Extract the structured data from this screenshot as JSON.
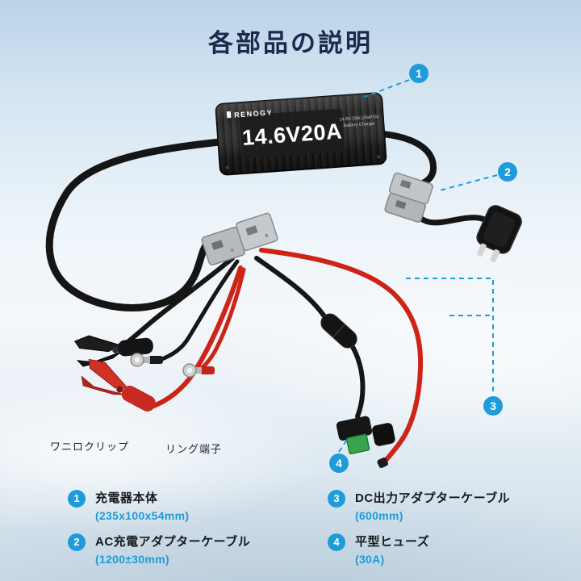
{
  "colors": {
    "accent": "#1E9CD9",
    "title": "#1A2B4C",
    "wire_red": "#CE2418"
  },
  "title": "各部品の説明",
  "device": {
    "brand": "RENOGY",
    "model": "14.6V20A",
    "spec_line1": "14.6V 20A LiFePO4",
    "spec_line2": "Battery Charger"
  },
  "callouts": [
    {
      "num": "1"
    },
    {
      "num": "2"
    },
    {
      "num": "3"
    },
    {
      "num": "4"
    }
  ],
  "part_labels": {
    "alligator_clip": "ワニロクリップ",
    "ring_terminal": "リング端子"
  },
  "legend": [
    {
      "num": "1",
      "name": "充電器本体",
      "dim": "(235x100x54mm)"
    },
    {
      "num": "2",
      "name": "AC充電アダプターケーブル",
      "dim": "(1200±30mm)"
    },
    {
      "num": "3",
      "name": "DC出力アダプターケーブル",
      "dim": "(600mm)"
    },
    {
      "num": "4",
      "name": "平型ヒューズ",
      "dim": "(30A)"
    }
  ]
}
